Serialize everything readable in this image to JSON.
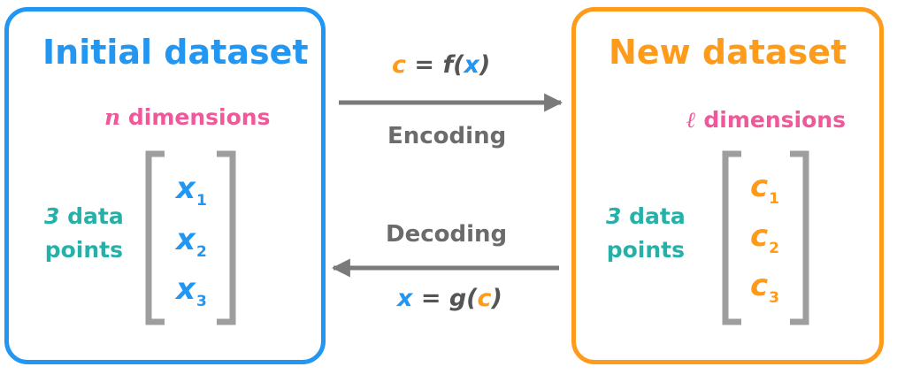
{
  "left": {
    "title": "Initial dataset",
    "dims_symbol": "n",
    "dims_text": " dimensions",
    "points_number": "3",
    "points_line1_rest": " data",
    "points_line2": "points",
    "vectors": [
      {
        "base": "x",
        "sub": "1"
      },
      {
        "base": "x",
        "sub": "2"
      },
      {
        "base": "x",
        "sub": "3"
      }
    ]
  },
  "right": {
    "title": "New dataset",
    "dims_symbol": "ℓ",
    "dims_text": " dimensions",
    "points_number": "3",
    "points_line1_rest": " data",
    "points_line2": "points",
    "vectors": [
      {
        "base": "c",
        "sub": "1"
      },
      {
        "base": "c",
        "sub": "2"
      },
      {
        "base": "c",
        "sub": "3"
      }
    ]
  },
  "encoding": {
    "formula_lhs": "c",
    "formula_mid": " = f(",
    "formula_arg": "x",
    "formula_end": ")",
    "label": "Encoding"
  },
  "decoding": {
    "formula_lhs": "x",
    "formula_mid": " = g(",
    "formula_arg": "c",
    "formula_end": ")",
    "label": "Decoding"
  },
  "colors": {
    "blue": "#2196f3",
    "orange": "#ff9b1a",
    "pink": "#f0589a",
    "teal": "#26b0a8",
    "gray": "#7a7a7a"
  }
}
